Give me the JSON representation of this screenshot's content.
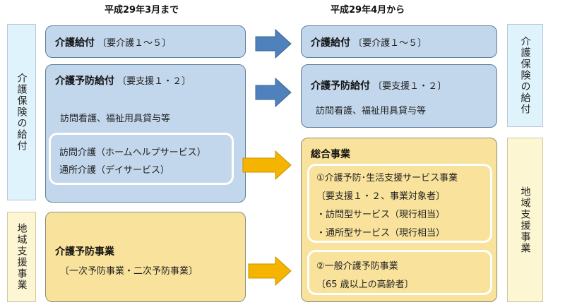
{
  "headers": {
    "left": "平成29年3月まで",
    "right": "平成29年4月から"
  },
  "side_labels": {
    "left_kaigo_hoken": "介護保険の給付",
    "left_chiiki_shien": "地域支援事業",
    "right_kaigo_hoken": "介護保険の給付",
    "right_chiiki_shien": "地域支援事業"
  },
  "left": {
    "kaigo_kyufu": {
      "title": "介護給付",
      "sub": "〔要介護１～５〕"
    },
    "yobou_kyufu": {
      "title": "介護予防給付",
      "sub": "〔要支援１・２〕",
      "line1": "訪問看護、福祉用具貸与等",
      "inner_line1": "訪問介護（ホームヘルプサービス）",
      "inner_line2": "通所介護（デイサービス）"
    },
    "yobou_jigyou": {
      "title": "介護予防事業",
      "sub": "〔一次予防事業・二次予防事業〕"
    }
  },
  "right": {
    "kaigo_kyufu": {
      "title": "介護給付",
      "sub": "〔要介護１～５〕"
    },
    "yobou_kyufu": {
      "title": "介護予防給付",
      "sub": "〔要支援１・２〕",
      "line1": "訪問看護、福祉用具貸与等"
    },
    "sougou_jigyou": {
      "title": "総合事業",
      "inner1_line1": "①介護予防･生活支援サービス事業",
      "inner1_line2": "〔要支援１・２、事業対象者〕",
      "inner1_line3": "・訪問型サービス（現行相当）",
      "inner1_line4": "・通所型サービス（現行相当）",
      "inner2_line1": "②一般介護予防事業",
      "inner2_line2": "〔65 歳以上の高齢者〕"
    }
  },
  "colors": {
    "blue_box": "#c2d7ec",
    "yellow_box": "#f9e29b",
    "blue_arrow": "#4f81bd",
    "yellow_arrow": "#f5b400",
    "blue_label": "#def3fb",
    "yellow_label": "#fdf6d3"
  }
}
